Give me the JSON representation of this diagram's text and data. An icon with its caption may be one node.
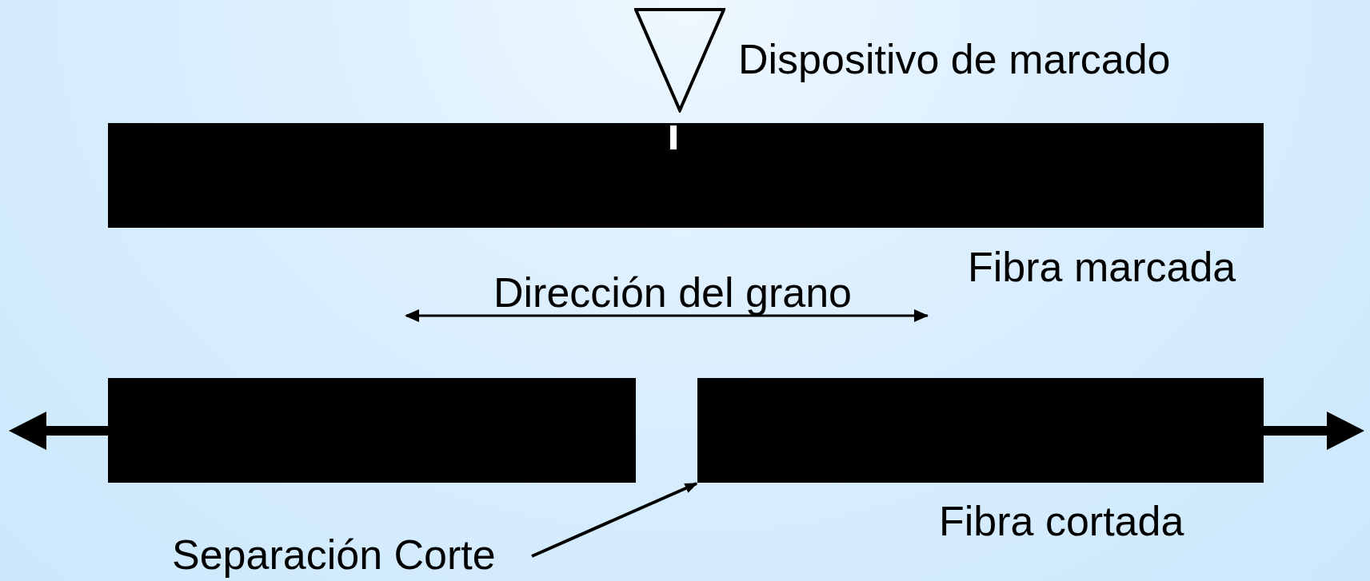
{
  "diagram": {
    "nodes": [
      {
        "text": [],
        "shape": "triangle",
        "beside": [
          "Dispositivo de marcado"
        ]
      },
      {
        "text": [],
        "shape": "bar",
        "beside": [
          "Fibra marcada"
        ]
      },
      {
        "text": [],
        "shape": "bar"
      },
      {
        "text": [],
        "shape": "bar",
        "beside": [
          "Fibra cortada"
        ]
      },
      {
        "text": [
          "Separación Corte"
        ]
      }
    ],
    "edges": [
      {
        "from": 4,
        "to": 3,
        "arrow": "to"
      }
    ],
    "labels": [
      "Dirección del grano"
    ]
  }
}
